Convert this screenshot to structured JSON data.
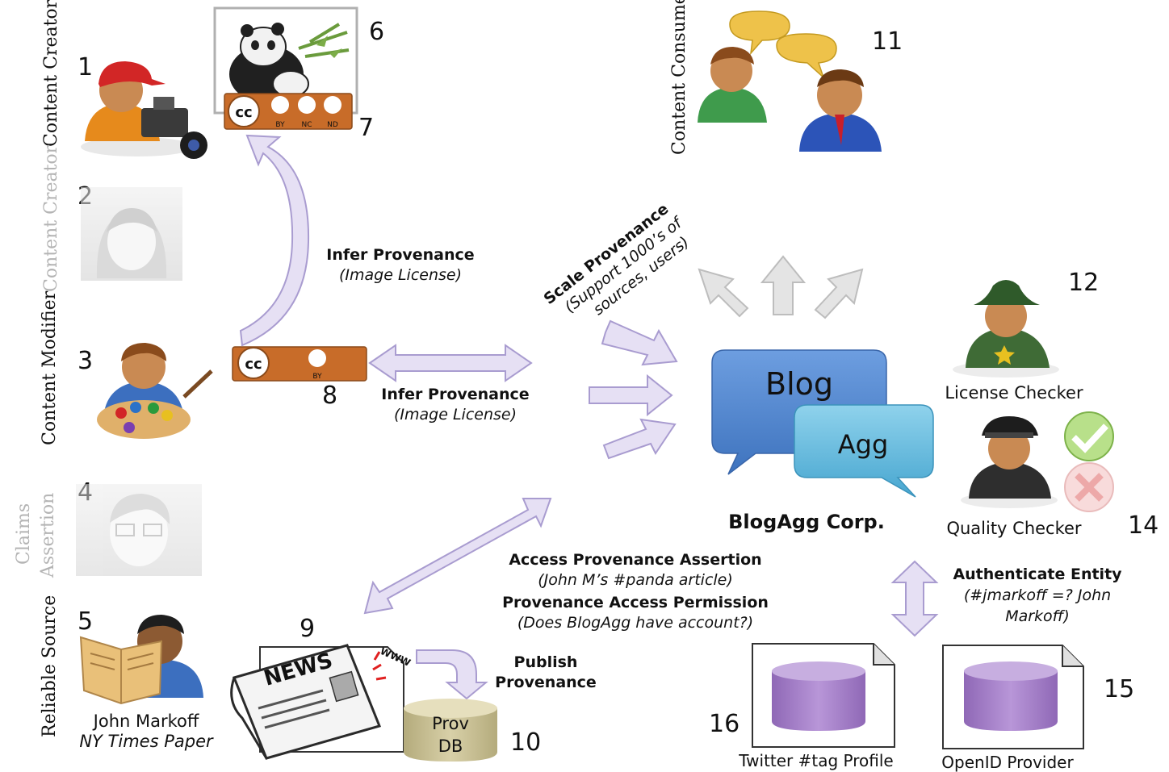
{
  "roles": {
    "r1": "Content Creator",
    "r2": "Content Creator",
    "r3": "Content Modifier",
    "r4_line1": "Claims",
    "r4_line2": "Assertion",
    "r5": "Reliable Source",
    "consumer": "Content Consumer"
  },
  "numbers": {
    "n1": "1",
    "n2": "2",
    "n3": "3",
    "n4": "4",
    "n5": "5",
    "n6": "6",
    "n7": "7",
    "n8": "8",
    "n9": "9",
    "n10": "10",
    "n11": "11",
    "n12": "12",
    "n14": "14",
    "n15": "15",
    "n16": "16"
  },
  "cc_license_full": {
    "cc": "cc",
    "terms": [
      "BY",
      "NC",
      "ND"
    ]
  },
  "cc_license_by": {
    "cc": "cc",
    "terms": [
      "BY"
    ]
  },
  "source": {
    "name": "John Markoff",
    "paper": "NY Times Paper"
  },
  "infer1": {
    "title": "Infer Provenance",
    "subtitle": "(Image License)"
  },
  "infer2": {
    "title": "Infer Provenance",
    "subtitle": "(Image License)"
  },
  "scale": {
    "title": "Scale Provenance",
    "line2": "(Support 1000’s of",
    "line3": "sources, users)"
  },
  "blog": {
    "word1": "Blog",
    "word2": "Agg",
    "corp": "BlogAgg Corp."
  },
  "checkers": {
    "license": "License Checker",
    "quality": "Quality Checker"
  },
  "access": {
    "line1": "Access Provenance Assertion",
    "line2": "(John M’s #panda article)",
    "line3": "Provenance Access Permission",
    "line4": "(Does BlogAgg have account?)"
  },
  "publish": {
    "line1": "Publish",
    "line2": "Provenance"
  },
  "provdb": {
    "line1": "Prov",
    "line2": "DB"
  },
  "news": {
    "title": "NEWS",
    "www": "WWW"
  },
  "auth": {
    "title": "Authenticate Entity",
    "line2": "(#jmarkoff =? John",
    "line3": "Markoff)"
  },
  "providers": {
    "twitter": "Twitter #tag Profile",
    "openid": "OpenID Provider"
  },
  "colors": {
    "arrow_fill": "#e6e0f4",
    "arrow_stroke": "#a99cd0",
    "blog_blue": "#4f86cf",
    "agg_cyan": "#5cb8dc",
    "cylinder": "#a37fc6",
    "provdb": "#c9c095",
    "cc_orange": "#c86c29",
    "faded": "#b4b4b4"
  }
}
